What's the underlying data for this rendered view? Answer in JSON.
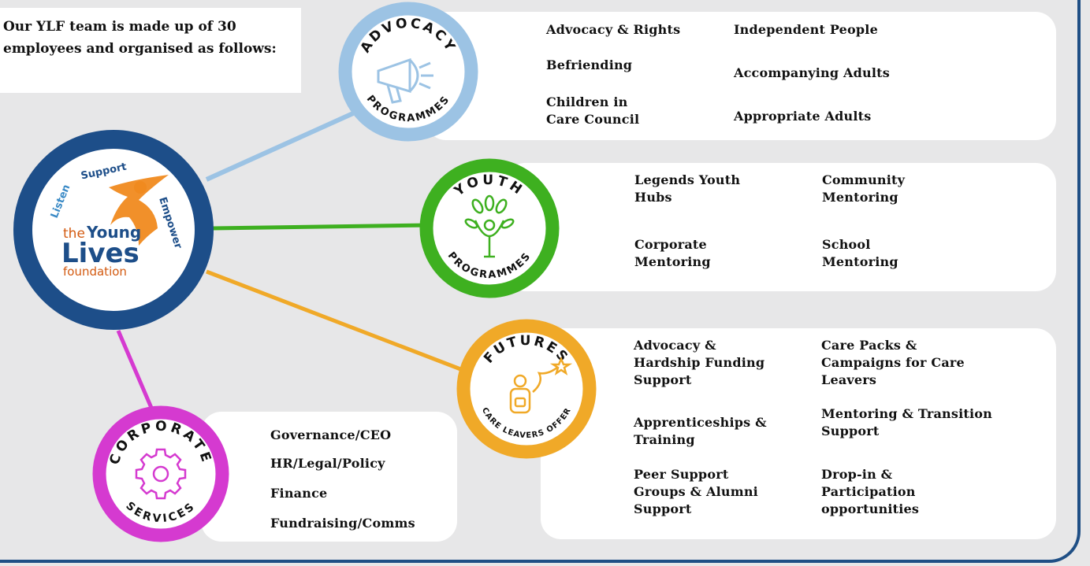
{
  "intro_text": "Our YLF team is made up of 30 employees and organised as follows:",
  "logo": {
    "ring_color": "#1d4e89",
    "listen": "Listen",
    "support": "Support",
    "empower": "Empower",
    "the": "the",
    "young": "Young",
    "lives": "Lives",
    "foundation": "foundation"
  },
  "advocacy": {
    "top_label": "ADVOCACY",
    "bottom_label": "PROGRAMMES",
    "color": "#9cc3e4",
    "icon": "megaphone-icon",
    "items": [
      "Advocacy & Rights",
      "Befriending",
      "Children in\nCare Council",
      "Independent People",
      "Accompanying Adults",
      "Appropriate Adults"
    ]
  },
  "youth": {
    "top_label": "YOUTH",
    "bottom_label": "PROGRAMMES",
    "color": "#3eb020",
    "icon": "person-tree-icon",
    "items": [
      "Legends Youth\nHubs",
      "Corporate\nMentoring",
      "Community\nMentoring",
      "School\nMentoring"
    ]
  },
  "futures": {
    "top_label": "FUTURES",
    "bottom_label": "CARE LEAVERS OFFER",
    "color": "#f0a928",
    "icon": "backpack-star-icon",
    "items": [
      "Advocacy &\nHardship Funding\nSupport",
      "Apprenticeships &\nTraining",
      "Peer Support\nGroups & Alumni\nSupport",
      "Care Packs &\nCampaigns for Care\nLeavers",
      "Mentoring & Transition\nSupport",
      "Drop-in &\nParticipation\nopportunities"
    ]
  },
  "corporate": {
    "top_label": "CORPORATE",
    "bottom_label": "SERVICES",
    "color": "#d53ad0",
    "icon": "gear-icon",
    "items": [
      "Governance/CEO",
      "HR/Legal/Policy",
      "Finance",
      "Fundraising/Comms"
    ]
  }
}
